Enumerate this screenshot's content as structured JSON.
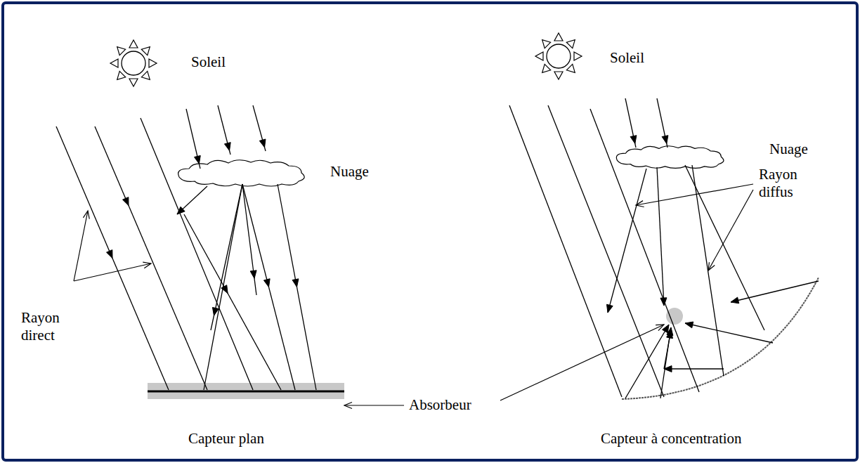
{
  "diagram": {
    "labels": [
      "Soleil",
      "Soleil",
      "Nuage",
      "Nuage",
      "Rayon diffus",
      "Rayon direct",
      "Absorbeur",
      "Capteur plan",
      "Capteur à concentration"
    ]
  }
}
